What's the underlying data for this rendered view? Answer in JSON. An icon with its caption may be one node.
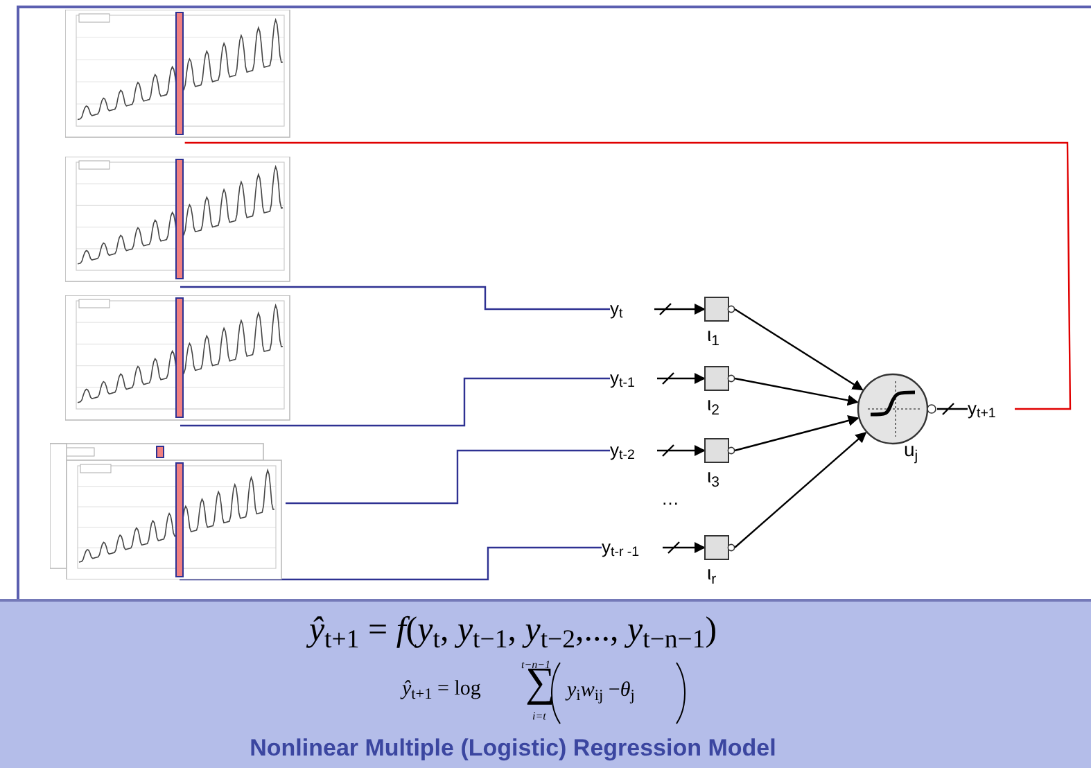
{
  "diagram": {
    "caption": "Nonlinear Multiple (Logistic) Regression Model",
    "nodes": [
      {
        "text": [],
        "shape": "picture"
      },
      {
        "text": [],
        "shape": "picture"
      },
      {
        "text": [],
        "shape": "picture"
      },
      {
        "text": [],
        "shape": "picture"
      },
      {
        "text": [
          "y$_{t}$"
        ]
      },
      {
        "text": [
          "y$_{t-1}$"
        ]
      },
      {
        "text": [
          "y$_{t-2}$"
        ]
      },
      {
        "text": [
          "y$_{t-r -1}$"
        ]
      },
      {
        "text": [],
        "shape": "box",
        "beside": [
          "ι$_{1}$"
        ]
      },
      {
        "text": [],
        "shape": "box",
        "beside": [
          "ι$_{2}$"
        ]
      },
      {
        "text": [],
        "shape": "box",
        "beside": [
          "ι$_{3}$"
        ]
      },
      {
        "text": [],
        "shape": "box",
        "beside": [
          "ι$_{r}$"
        ]
      },
      {
        "text": [],
        "shape": "circle",
        "beside": [
          "u$_{j}$"
        ]
      },
      {
        "text": [
          "y$_{t+1}$"
        ]
      }
    ],
    "edges": [
      {
        "from": 0,
        "to": 13,
        "arrow": "none",
        "color": "#e00000"
      },
      {
        "from": 1,
        "to": 4,
        "arrow": "none",
        "color": "#2e3192"
      },
      {
        "from": 2,
        "to": 5,
        "arrow": "none",
        "color": "#2e3192"
      },
      {
        "from": 3,
        "to": 6,
        "arrow": "none",
        "color": "#2e3192"
      },
      {
        "from": 3,
        "to": 7,
        "arrow": "none",
        "color": "#2e3192"
      },
      {
        "from": 4,
        "to": 8,
        "arrow": "to"
      },
      {
        "from": 5,
        "to": 9,
        "arrow": "to"
      },
      {
        "from": 6,
        "to": 10,
        "arrow": "to"
      },
      {
        "from": 7,
        "to": 11,
        "arrow": "to"
      },
      {
        "from": 8,
        "to": 12,
        "arrow": "to"
      },
      {
        "from": 9,
        "to": 12,
        "arrow": "to"
      },
      {
        "from": 10,
        "to": 12,
        "arrow": "to"
      },
      {
        "from": 11,
        "to": 12,
        "arrow": "to"
      },
      {
        "from": 12,
        "to": 13,
        "arrow": "none"
      }
    ],
    "labels": [
      "…",
      "*ŷ*$_{t+1}$ = *f*(*y*$_{t}$, *y*$_{t−1}$, *y*$_{t−2}$,..., *y*$_{t−n−1}$)",
      "*ŷ*$_{t+1}$ = log",
      "*t−n−1*",
      "∑",
      "*i=t*",
      "*y*$_{i}$*w*$_{ij}$ −*θ*$_{j}$"
    ]
  }
}
